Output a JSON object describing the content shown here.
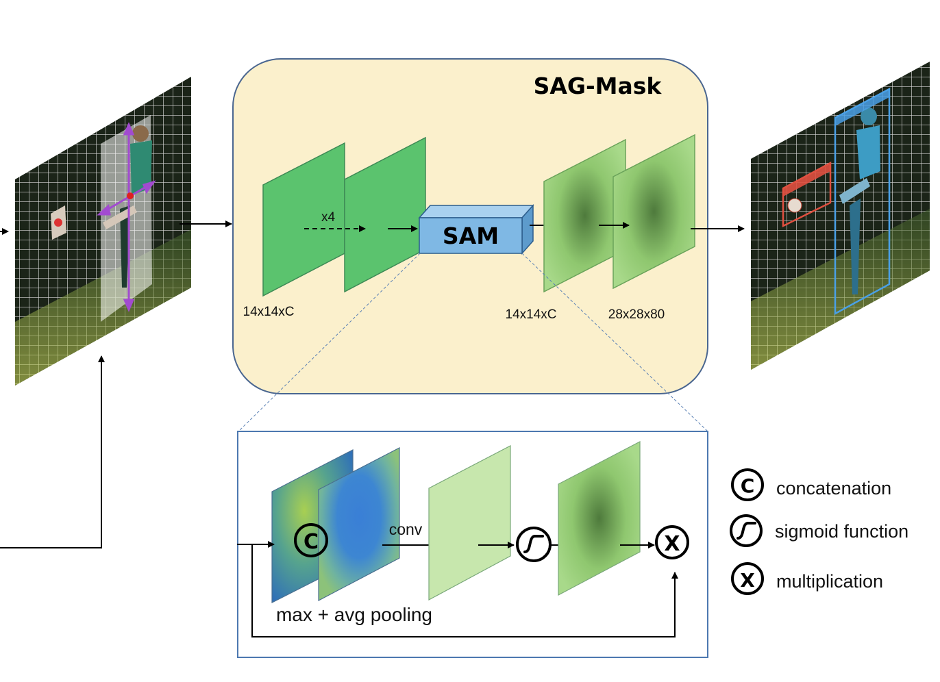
{
  "module": {
    "title": "SAG-Mask",
    "sam_label": "SAM",
    "repeat_label": "x4",
    "dims": {
      "input": "14x14xC",
      "after_sam": "14x14xC",
      "output": "28x28x80"
    }
  },
  "detail": {
    "conv_label": "conv",
    "pooling_label": "max + avg pooling",
    "concat_symbol": "C",
    "mult_symbol": "X"
  },
  "legend": [
    {
      "icon": "concatenation",
      "symbol": "C",
      "label": "concatenation"
    },
    {
      "icon": "sigmoid",
      "symbol": "",
      "label": "sigmoid function"
    },
    {
      "icon": "multiplication",
      "symbol": "X",
      "label": "multiplication"
    }
  ],
  "colors": {
    "module_bg": "#fbf0cc",
    "module_border": "#4a6690",
    "feature_green": "#5bc36e",
    "sam_box": "#7fb8e4",
    "detail_border": "#4c78b0",
    "light_green": "#c7e7ad"
  }
}
